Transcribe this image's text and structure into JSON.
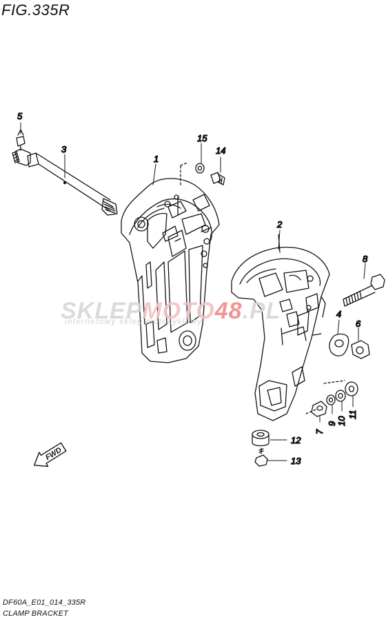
{
  "figure": {
    "title": "FIG.335R"
  },
  "watermark": {
    "main_left": "SKLEP",
    "main_mid": "MOTO",
    "main_num": "48",
    "main_right": ".PL",
    "sub": "internetowy sklep motocyklowy"
  },
  "direction_label": "FWD",
  "callouts": [
    "1",
    "2",
    "3",
    "4",
    "5",
    "6",
    "7",
    "8",
    "9",
    "10",
    "11",
    "12",
    "13",
    "14",
    "15"
  ],
  "footer": {
    "code": "DF60A_E01_014_335R",
    "caption": "CLAMP BRACKET"
  }
}
